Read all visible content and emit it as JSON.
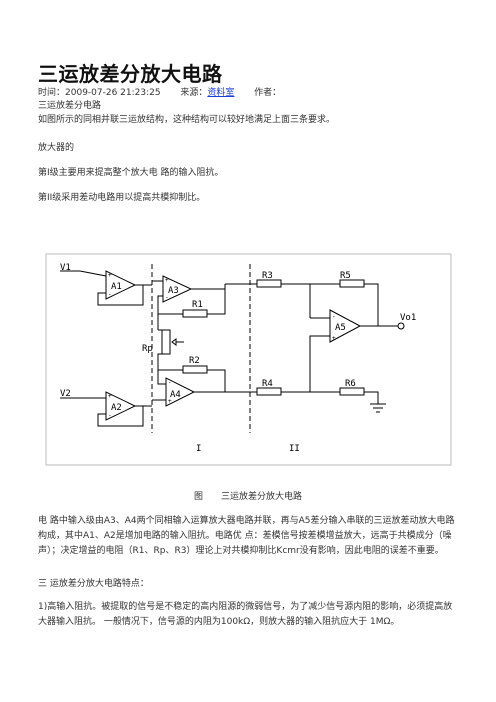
{
  "title": "三运放差分放大电路",
  "meta": {
    "time_label": "时间：",
    "time_value": "2009-07-26 21:23:25",
    "source_label": "来源：",
    "source_link": "资料室",
    "author_label": "作者："
  },
  "lines": {
    "l1": "三运放差分电路",
    "l2": "如图所示的同相并联三运放结构，这种结构可以较好地满足上面三条要求。",
    "l3": "放大器的",
    "l4": "第I级主要用来提高整个放大电 路的输入阻抗。",
    "l5": "第II级采用差动电路用以提高共模抑制比。"
  },
  "figure": {
    "labels": {
      "v1": "V1",
      "v2": "V2",
      "a1": "A1",
      "a2": "A2",
      "a3": "A3",
      "a4": "A4",
      "a5": "A5",
      "r1": "R1",
      "r2": "R2",
      "rp": "Rp",
      "r3": "R3",
      "r4": "R4",
      "r5": "R5",
      "r6": "R6",
      "vo1": "Vo1",
      "stage1": "I",
      "stage2": "II"
    },
    "caption": "图　　三运放差分放大电路"
  },
  "paragraphs": {
    "p1": "电 路中输入级由A3、A4两个同相输入运算放大器电路并联，再与A5差分输入串联的三运放差动放大电路构成，其中A1、A2是增加电路的输入阻抗。电路优 点：差模信号按差模增益放大，远高于共模成分（噪声）；决定增益的电阻（R1、Rp、R3）理论上对共模抑制比Kcmr没有影响，因此电阻的误差不重要。",
    "p2": "三 运放差分放大电路特点：",
    "p3": "1)高输入阻抗。被提取的信号是不稳定的高内阻源的微弱信号，为了减少信号源内阻的影响，必须提高放大器输入阻抗。 一般情况下，信号源的内阻为100kΩ，则放大器的输入阻抗应大于 1MΩ。"
  }
}
